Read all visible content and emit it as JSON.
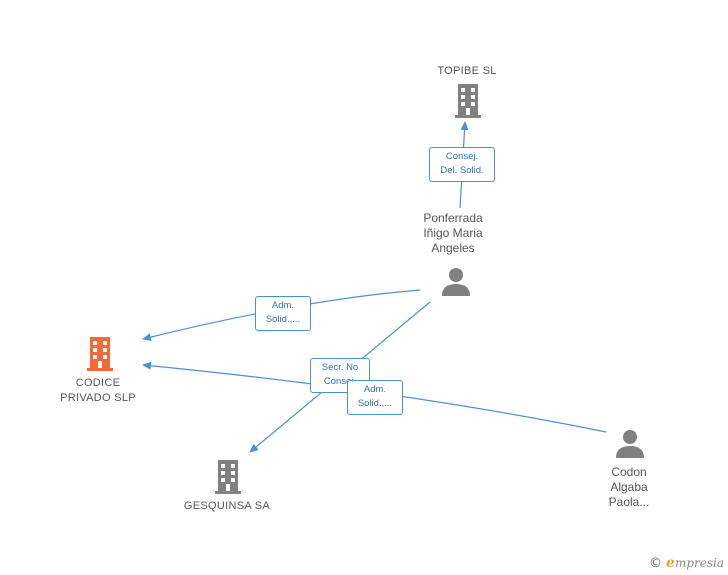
{
  "nodes": {
    "topibe": {
      "label": "TOPIBE SL",
      "icon": "building-icon",
      "color": "#808080"
    },
    "ponferrada": {
      "label": "Ponferrada\nIñigo Maria\nAngeles",
      "icon": "person-icon",
      "color": "#808080"
    },
    "codice": {
      "label": "CODICE\nPRIVADO  SLP",
      "icon": "building-icon",
      "color": "#f4683a"
    },
    "gesquinsa": {
      "label": "GESQUINSA SA",
      "icon": "building-icon",
      "color": "#808080"
    },
    "codon": {
      "label": "Codon\nAlgaba\nPaola...",
      "icon": "person-icon",
      "color": "#808080"
    }
  },
  "edges": {
    "consej": "Consej.\nDel. Solid.",
    "adm1": "Adm.\nSolid.,...",
    "secr": "Secr.  No\nConsej.",
    "adm2": "Adm.\nSolid.,..."
  },
  "colors": {
    "edge": "#4a90d9"
  },
  "brand": {
    "copyright": "©",
    "name": "mpresia",
    "initial": "e"
  }
}
